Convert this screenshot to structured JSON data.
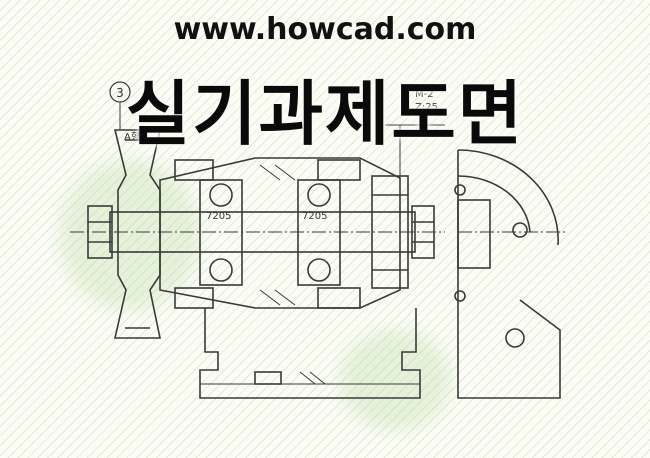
{
  "header": {
    "site_url": "www.howcad.com",
    "title": "실기과제도면"
  },
  "drawing": {
    "callout_number": "3",
    "pulley_type_label": "A형",
    "bearing_left_label": "7205",
    "bearing_right_label": "7205",
    "gear_module_label": "M-2",
    "gear_teeth_label": "Z:25"
  },
  "colors": {
    "line": "#3a3a3a",
    "background": "#fbfcf6",
    "accent_green": "#9bc27a"
  }
}
